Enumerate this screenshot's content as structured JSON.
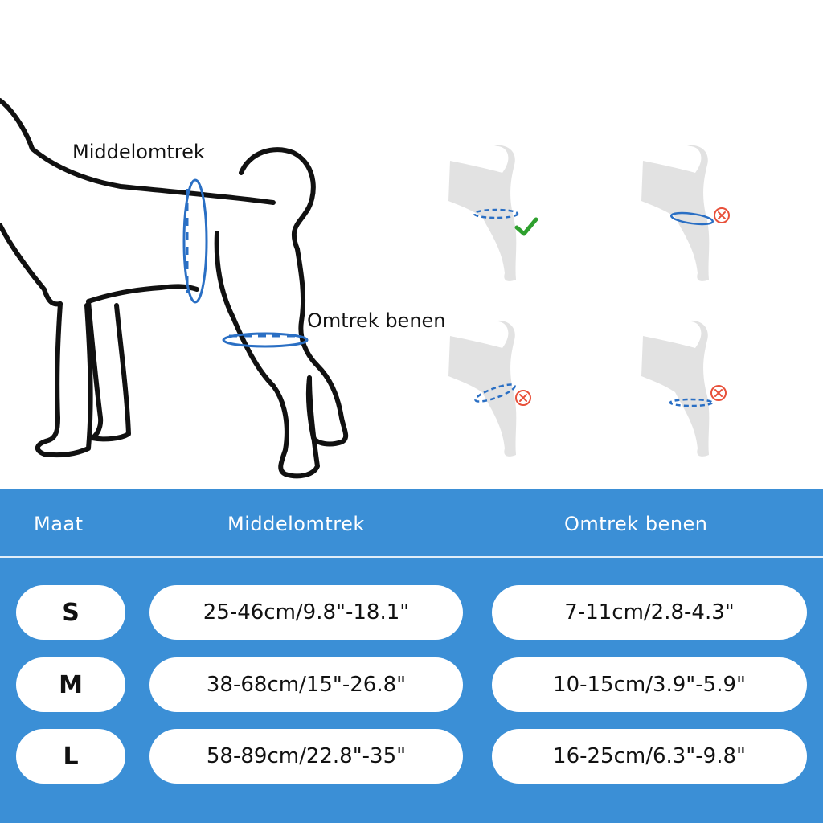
{
  "labels": {
    "waist": "Middelomtrek",
    "legs": "Omtrek benen"
  },
  "icons": {
    "good": "check-icon",
    "bad": "cross-icon"
  },
  "colors": {
    "accent": "#3b8fd6",
    "measure": "#2a6fc4",
    "check": "#2ea02e",
    "cross": "#e8503a"
  },
  "table": {
    "headers": {
      "size": "Maat",
      "waist": "Middelomtrek",
      "legs": "Omtrek benen"
    },
    "rows": [
      {
        "size": "S",
        "waist": "25-46cm/9.8\"-18.1\"",
        "legs": "7-11cm/2.8-4.3\""
      },
      {
        "size": "M",
        "waist": "38-68cm/15\"-26.8\"",
        "legs": "10-15cm/3.9\"-5.9\""
      },
      {
        "size": "L",
        "waist": "58-89cm/22.8\"-35\"",
        "legs": "16-25cm/6.3\"-9.8\""
      }
    ]
  }
}
